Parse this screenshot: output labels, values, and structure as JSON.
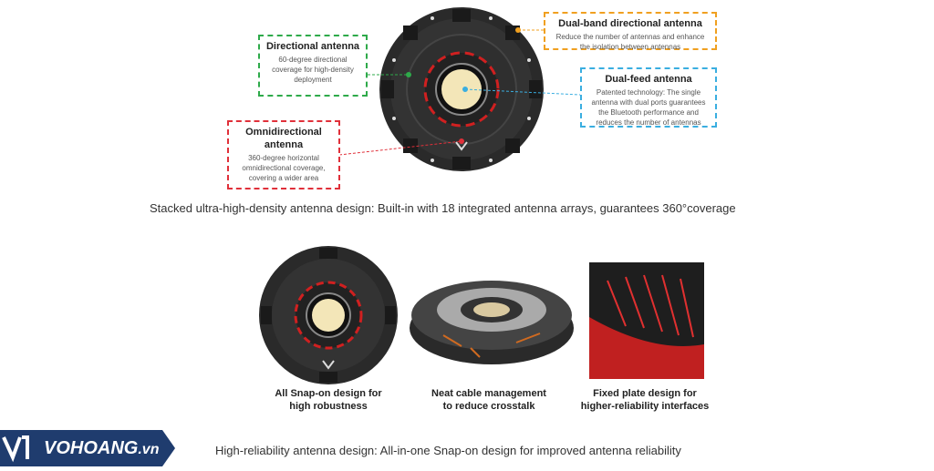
{
  "callouts": {
    "directional": {
      "title": "Directional antenna",
      "desc": "60-degree directional coverage for high-density deployment",
      "color": "#2eaa4a"
    },
    "omni": {
      "title": "Omnidirectional antenna",
      "desc": "360-degree horizontal omnidirectional coverage, covering a wider area",
      "color": "#e0303a"
    },
    "dualband": {
      "title": "Dual-band directional antenna",
      "desc": "Reduce the number of antennas and enhance the isolation between antennas",
      "color": "#f0a020"
    },
    "dualfeed": {
      "title": "Dual-feed antenna",
      "desc": "Patented technology: The single antenna with dual ports guarantees the Bluetooth performance and reduces the number of antennas",
      "color": "#3aaee0"
    }
  },
  "captions": {
    "top": "Stacked ultra-high-density antenna design: Built-in with 18 integrated antenna arrays, guarantees 360°coverage",
    "bottom": "High-reliability antenna design: All-in-one Snap-on design for improved antenna reliability"
  },
  "features": [
    {
      "line1": "All Snap-on design for",
      "line2": "high robustness"
    },
    {
      "line1": "Neat cable management",
      "line2": "to reduce crosstalk"
    },
    {
      "line1": "Fixed plate design for",
      "line2": "higher-reliability interfaces"
    }
  ],
  "logo": {
    "brand": "VOHOANG",
    "suffix": ".vn",
    "color": "#1f3c6e"
  }
}
